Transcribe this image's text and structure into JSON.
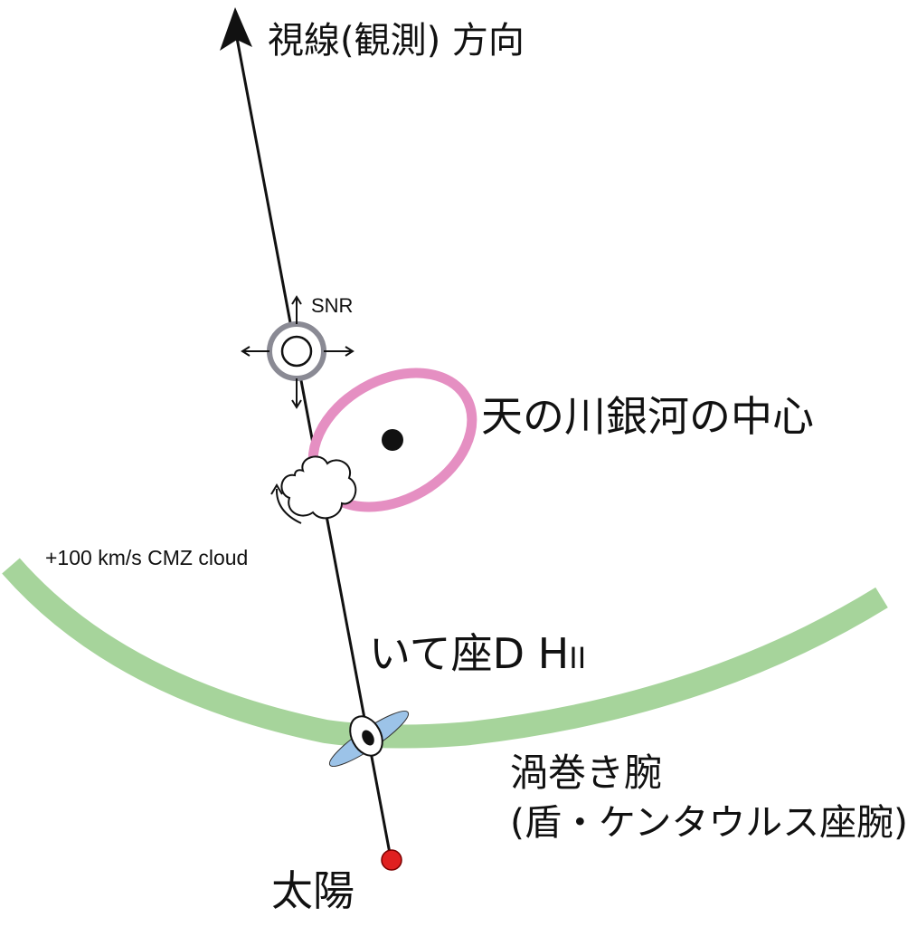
{
  "labels": {
    "line_of_sight": "視線(観測) 方向",
    "snr": "SNR",
    "galactic_center": "天の川銀河の中心",
    "cmz_cloud": "+100 km/s CMZ cloud",
    "sgr_d_main": "いて座D H",
    "sgr_d_roman": "II",
    "spiral_arm_name": "渦巻き腕",
    "spiral_arm_detail": "(盾・ケンタウルス座腕)",
    "sun": "太陽"
  },
  "colors": {
    "line": "#111111",
    "spiral_arm": "#a6d49b",
    "galactic_center_ring": "#e58fc2",
    "snr_ring": "#8a8a94",
    "sun": "#e02020",
    "sgr_d_lobes": "#9cc3e8"
  },
  "icons": {
    "sightline_arrowhead": "arrowhead-icon",
    "snr": "ring-icon",
    "cloud": "cloud-icon",
    "sun": "dot-icon"
  }
}
